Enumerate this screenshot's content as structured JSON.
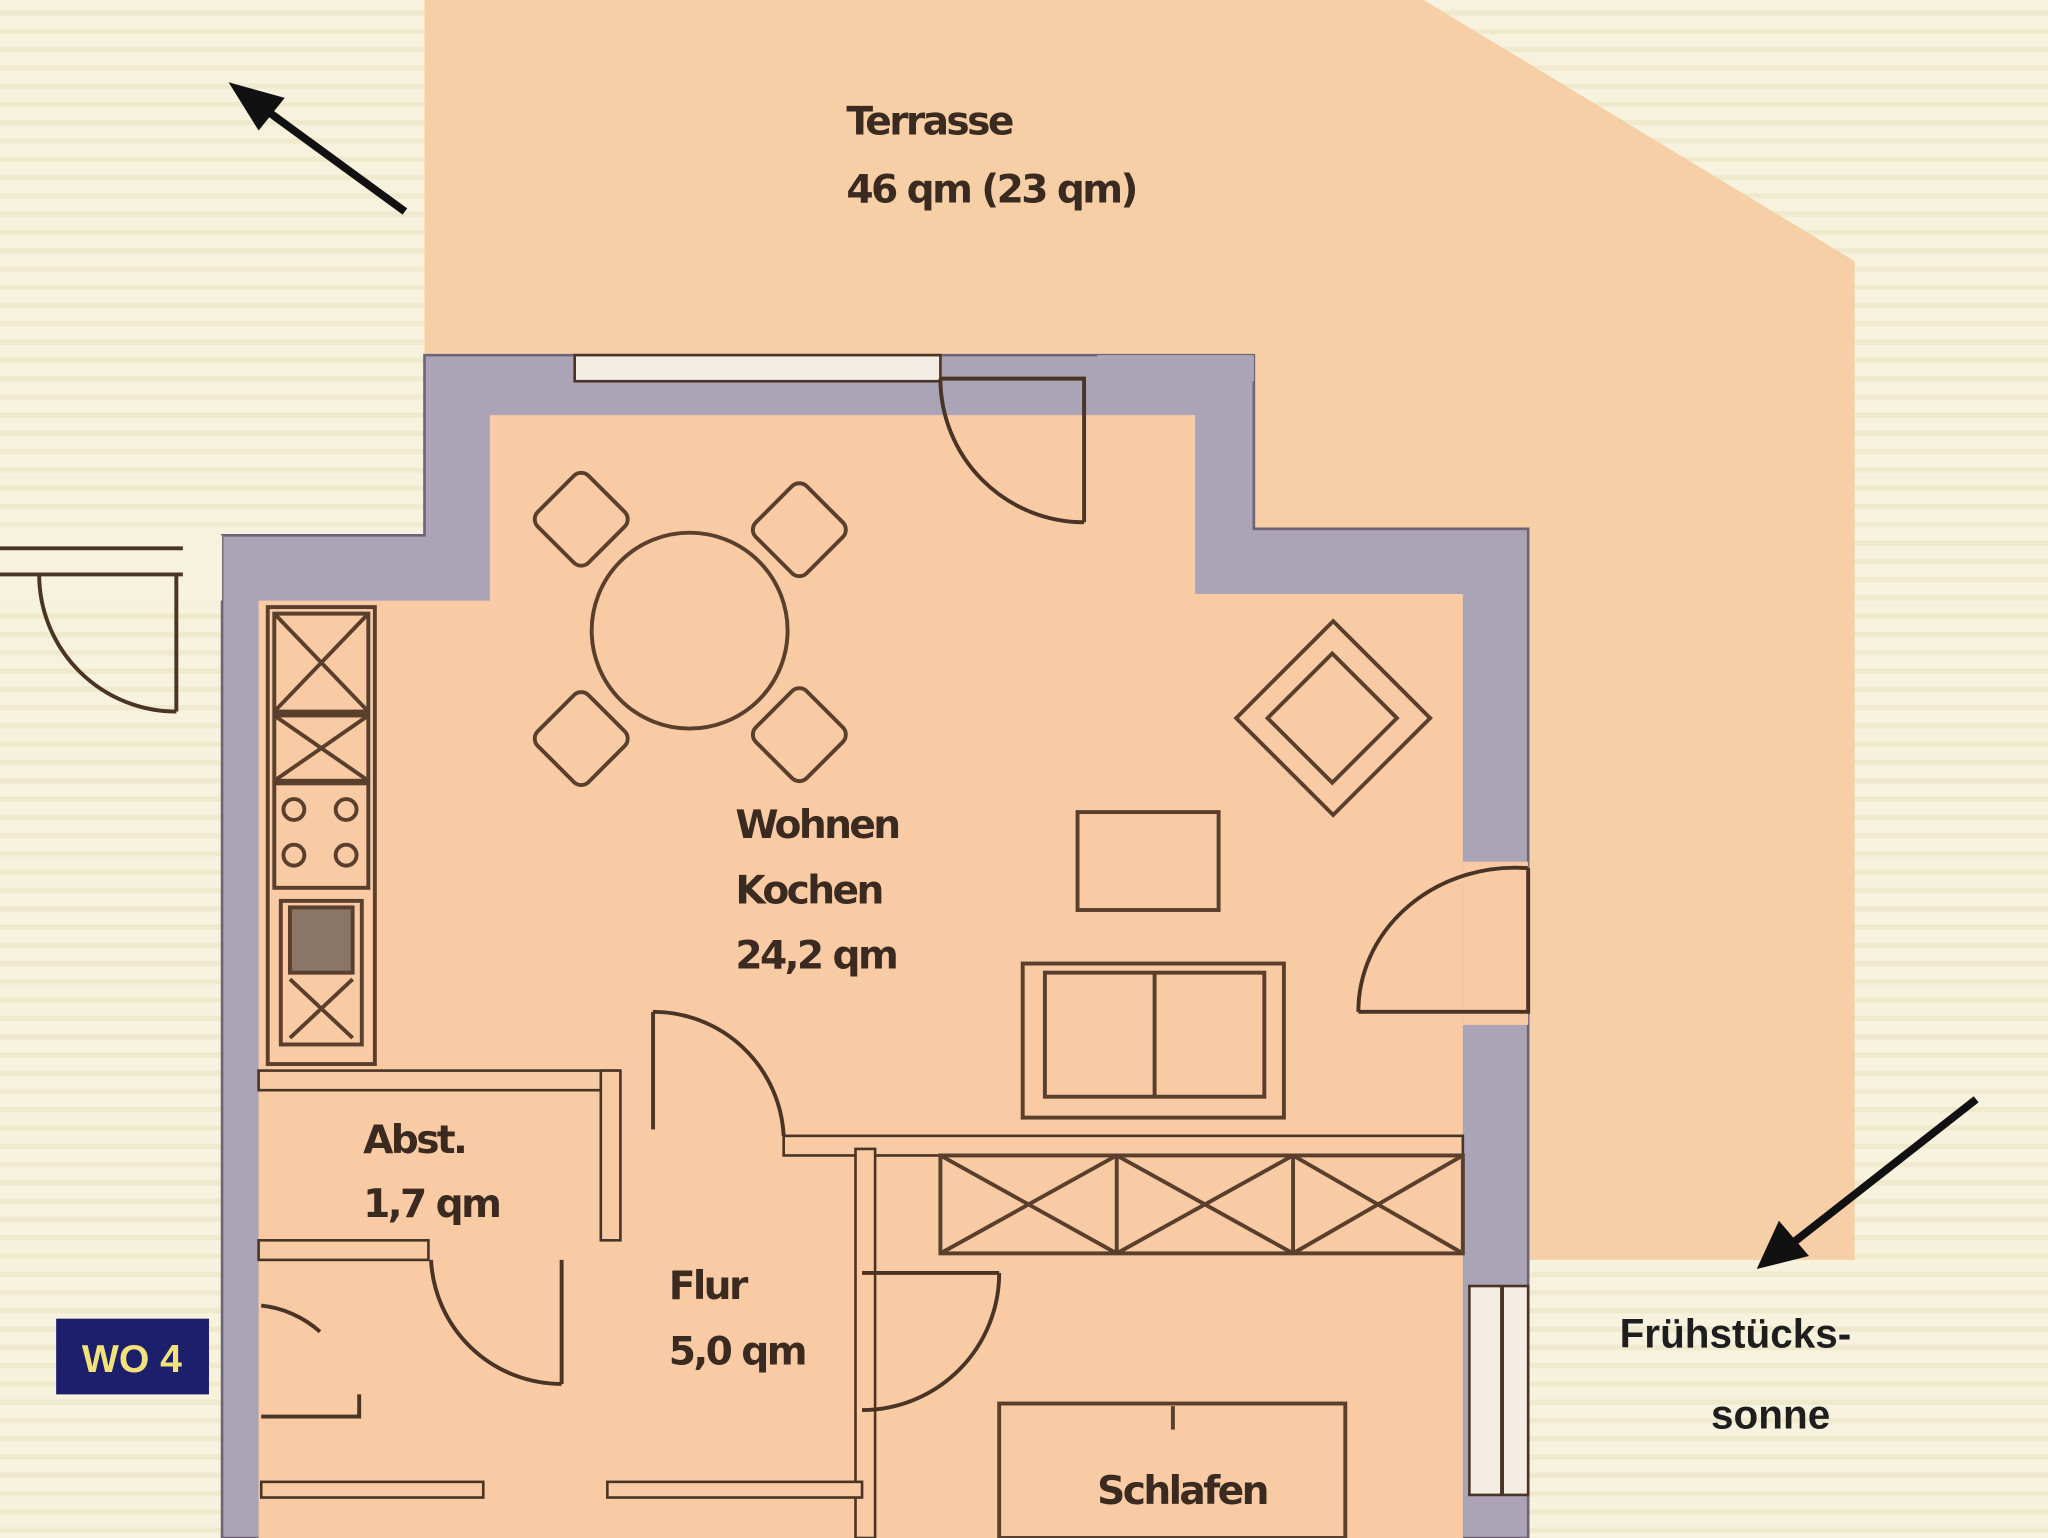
{
  "plan": {
    "unit_badge": "WO 4",
    "rooms": {
      "terrace": {
        "name": "Terrasse",
        "area": "46 qm (23 qm)"
      },
      "living": {
        "name1": "Wohnen",
        "name2": "Kochen",
        "area": "24,2 qm"
      },
      "storage": {
        "name": "Abst.",
        "area": "1,7 qm"
      },
      "hall": {
        "name": "Flur",
        "area": "5,0 qm"
      },
      "bedroom": {
        "name": "Schlafen"
      }
    },
    "annotation": {
      "line1": "Frühstücks-",
      "line2": "sonne"
    },
    "colors": {
      "background": "#f5f1dc",
      "floor": "#f8cba4",
      "terrace": "#f6cfa6",
      "wall": "#aaa4b6",
      "badge": "#1c1f6b"
    }
  }
}
